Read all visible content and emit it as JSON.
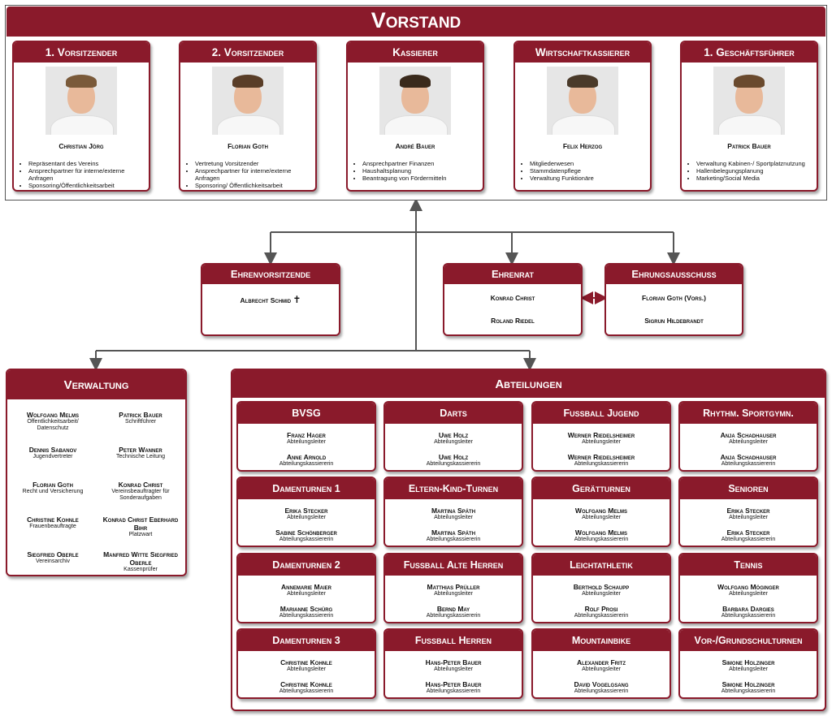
{
  "colors": {
    "accent": "#8a1a2b",
    "line": "#555555"
  },
  "vorstand": {
    "title": "Vorstand",
    "members": [
      {
        "role": "1. Vorsitzender",
        "name": "Christian Jörg",
        "tasks": [
          "Repräsentant des Vereins",
          "Ansprechpartner für interne/externe Anfragen",
          "Sponsoring/Öffentlichkeitsarbeit"
        ]
      },
      {
        "role": "2. Vorsitzender",
        "name": "Florian Goth",
        "tasks": [
          "Vertretung Vorsitzender",
          "Ansprechpartner für interne/externe Anfragen",
          "Sponsoring/ Öffentlichkeitsarbeit"
        ]
      },
      {
        "role": "Kassierer",
        "name": "André Bauer",
        "tasks": [
          "Ansprechpartner Finanzen",
          "Haushaltsplanung",
          "Beantragung von Fördermitteln"
        ]
      },
      {
        "role": "Wirtschaftkassierer",
        "name": "Felix Herzog",
        "tasks": [
          "Mitgliederwesen",
          "Stammdatenpflege",
          "Verwaltung Funktionäre"
        ]
      },
      {
        "role": "1. Geschäftsführer",
        "name": "Patrick Bauer",
        "tasks": [
          "Verwaltung Kabinen-/ Sportplatznutzung",
          "Hallenbelegungsplanung",
          "Marketing/Social Media"
        ]
      }
    ]
  },
  "ehrenvorsitzende": {
    "title": "Ehrenvorsitzende",
    "name": "Albrecht Schmid",
    "symbol": "✝"
  },
  "ehrenrat": {
    "title": "Ehrenrat",
    "names": [
      "Konrad Christ",
      "Roland Riedel"
    ]
  },
  "ehrungsausschuss": {
    "title": "Ehrungsausschuss",
    "names": [
      "Florian Goth (Vors.)",
      "Sigrun Hildebrandt"
    ]
  },
  "verwaltung": {
    "title": "Verwaltung",
    "left": [
      {
        "name": "Wolfgang Melms",
        "role": "Öffentlichkeitsarbeit/ Datenschutz"
      },
      {
        "name": "Dennis Sabanov",
        "role": "Jugendvertreter"
      },
      {
        "name": "Florian Goth",
        "role": "Recht und Versicherung"
      },
      {
        "name": "Christine Kohnle",
        "role": "Frauenbeauftragte"
      },
      {
        "name": "Siegfried Oberle",
        "role": "Vereinsarchiv"
      }
    ],
    "right": [
      {
        "name": "Patrick Bauer",
        "role": "Schriftführer"
      },
      {
        "name": "Peter Wanner",
        "role": "Technische Leitung"
      },
      {
        "name": "Konrad Christ",
        "role": "Vereinsbeauftragter für Sonderaufgaben"
      },
      {
        "name": "Konrad Christ Eberhard Bihr",
        "role": "Platzwart"
      },
      {
        "name": "Manfred Witte Siegfried Oberle",
        "role": "Kassenprüfer"
      }
    ]
  },
  "abteilungen": {
    "title": "Abteilungen",
    "leiter_label": "Abteilungsleiter",
    "kassierer_label": "Abteilungskassiererin",
    "depts": [
      {
        "name": "BVSG",
        "leiter": "Franz Hager",
        "kassierer": "Anne Arnold"
      },
      {
        "name": "Darts",
        "leiter": "Uwe Holz",
        "kassierer": "Uwe Holz"
      },
      {
        "name": "Fußball Jugend",
        "leiter": "Werner Riedelsheimer",
        "kassierer": "Werner Riedelsheimer"
      },
      {
        "name": "Rhythm. Sportgymn.",
        "leiter": "Anja Schadhauser",
        "kassierer": "Anja Schadhauser"
      },
      {
        "name": "Damenturnen 1",
        "leiter": "Erika Stecker",
        "kassierer": "Sabine Schönberger"
      },
      {
        "name": "Eltern-Kind-Turnen",
        "leiter": "Martina Späth",
        "kassierer": "Martina Späth"
      },
      {
        "name": "Gerätturnen",
        "leiter": "Wolfgang Melms",
        "kassierer": "Wolfgang Melms"
      },
      {
        "name": "Senioren",
        "leiter": "Erika Stecker",
        "kassierer": "Erika Stecker"
      },
      {
        "name": "Damenturnen 2",
        "leiter": "Annemarie Maier",
        "kassierer": "Marianne Schürg"
      },
      {
        "name": "Fußball Alte Herren",
        "leiter": "Matthias Prüller",
        "kassierer": "Bernd May"
      },
      {
        "name": "Leichtathletik",
        "leiter": "Berthold Schaupp",
        "kassierer": "Rolf Prosi"
      },
      {
        "name": "Tennis",
        "leiter": "Wolfgang Möginger",
        "kassierer": "Barbara Dargies"
      },
      {
        "name": "Damenturnen 3",
        "leiter": "Christine Kohnle",
        "kassierer": "Christine Kohnle"
      },
      {
        "name": "Fußball Herren",
        "leiter": "Hans-Peter Bauer",
        "kassierer": "Hans-Peter Bauer"
      },
      {
        "name": "Mountainbike",
        "leiter": "Alexander Fritz",
        "kassierer": "David Vogelgsang"
      },
      {
        "name": "Vor-/Grundschulturnen",
        "leiter": "Simone Holzinger",
        "kassierer": "Simone Holzinger"
      }
    ]
  }
}
